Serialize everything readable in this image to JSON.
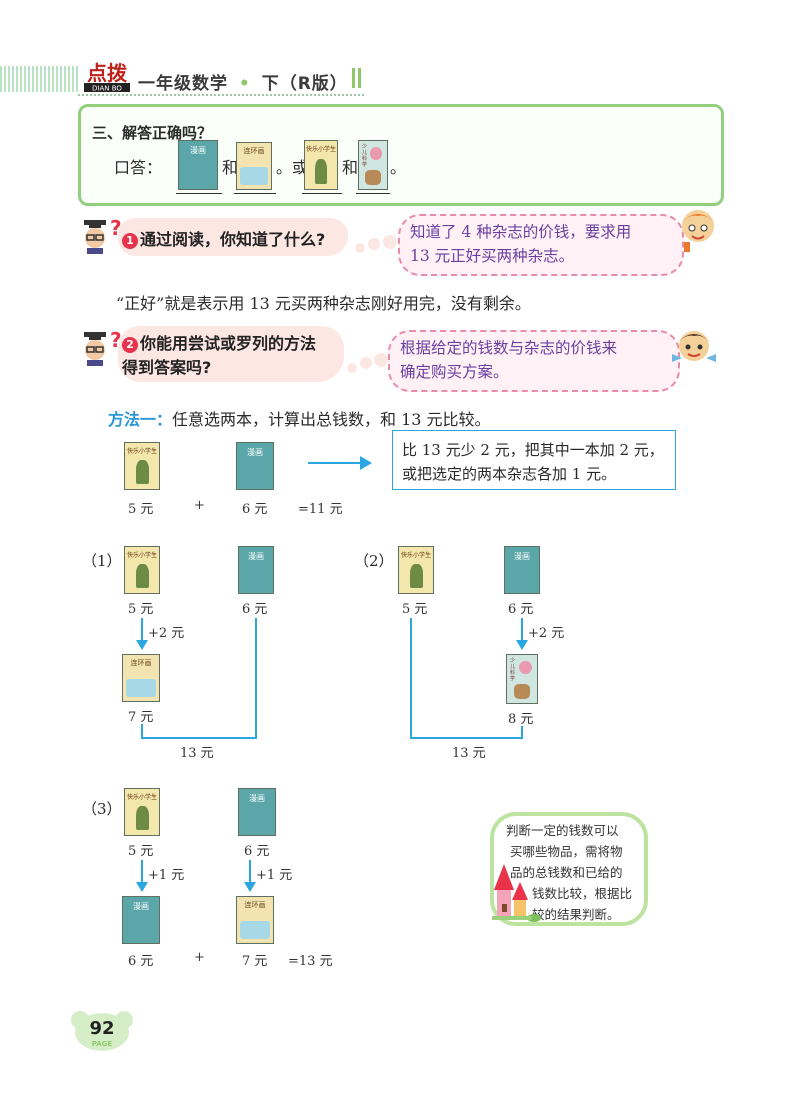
{
  "header": {
    "logo_text": "点拨",
    "logo_sub": "DIAN BO",
    "title": "一年级数学",
    "dot": "•",
    "edition": "下（R版）"
  },
  "section3": {
    "title": "三、解答正确吗？",
    "answer_prefix": "口答：",
    "and1": "和",
    "or": "。或",
    "and2": "和",
    "end": "。"
  },
  "book_titles": {
    "manhua": "漫画",
    "lianhuan": "连环画",
    "xiaoxuesheng": "快乐小学生",
    "kexue": "少儿科学"
  },
  "q1": {
    "question": "通过阅读，你知道了什么?",
    "number": "1",
    "answer_line1": "知道了 4 种杂志的价钱，要求用",
    "answer_line2": "13 元正好买两种杂志。"
  },
  "note": "“正好”就是表示用 13 元买两种杂志刚好用完，没有剩余。",
  "q2": {
    "question_line1": "你能用尝试或罗列的方法",
    "question_line2": "得到答案吗?",
    "number": "2",
    "answer_line1": "根据给定的钱数与杂志的价钱来",
    "answer_line2": "确定购买方案。"
  },
  "method1": {
    "label": "方法一：",
    "text": "任意选两本，计算出总钱数，和 13 元比较。",
    "price_a": "5 元",
    "plus": "+",
    "price_b": "6 元",
    "sum": "=11 元",
    "hint_line1": "比 13 元少 2 元，把其中一本加 2 元，",
    "hint_line2": "或把选定的两本杂志各加 1 元。"
  },
  "case1": {
    "label": "（1）",
    "top_left_price": "5 元",
    "top_right_price": "6 元",
    "step": "+2 元",
    "bottom_price": "7 元",
    "total": "13 元"
  },
  "case2": {
    "label": "（2）",
    "top_left_price": "5 元",
    "top_right_price": "6 元",
    "step": "+2 元",
    "bottom_price": "8 元",
    "total": "13 元"
  },
  "case3": {
    "label": "（3）",
    "top_left_price": "5 元",
    "top_right_price": "6 元",
    "step_left": "+1 元",
    "step_right": "+1 元",
    "bottom_left_price": "6 元",
    "plus": "+",
    "bottom_right_price": "7 元",
    "sum": "=13 元"
  },
  "tip": {
    "line1": "判断一定的钱数可以",
    "line2": "买哪些物品，需将物",
    "line3": "品的总钱数和已给的",
    "line4": "钱数比较，根据比",
    "line5": "较的结果判断。"
  },
  "page": {
    "number": "92",
    "label": "PAGE"
  },
  "colors": {
    "accent_green": "#92cf7e",
    "accent_blue": "#2aa7e0",
    "answer_purple": "#6b3fa0",
    "bubble_pink": "#e88ca8",
    "number_red": "#e8334a"
  }
}
